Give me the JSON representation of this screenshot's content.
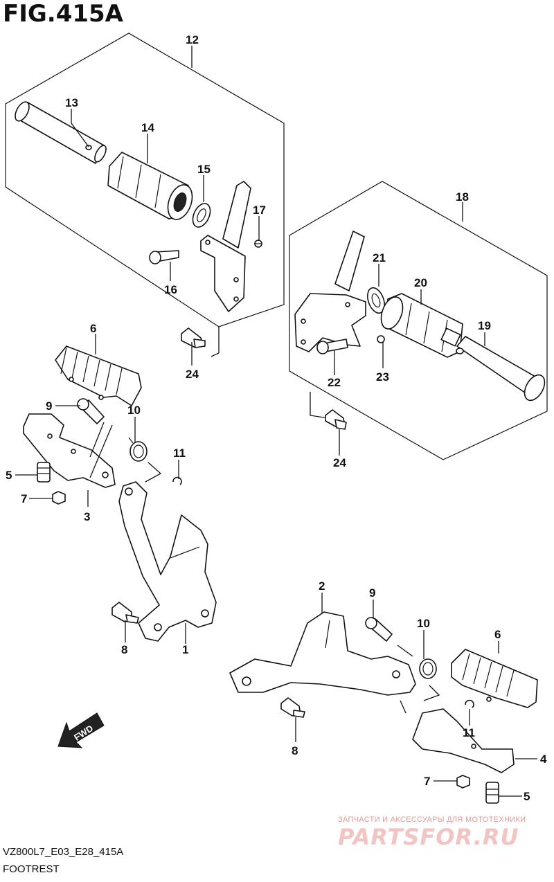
{
  "figure": {
    "title": "FIG.415A",
    "code": "VZ800L7_E03_E28_415A",
    "name": "FOOTREST"
  },
  "callouts": [
    "12",
    "13",
    "14",
    "15",
    "16",
    "17",
    "24",
    "6",
    "9",
    "10",
    "11",
    "5",
    "7",
    "3",
    "8",
    "1",
    "18",
    "21",
    "20",
    "19",
    "22",
    "23",
    "24",
    "2",
    "9",
    "10",
    "6",
    "11",
    "8",
    "7",
    "4",
    "5"
  ],
  "fwd_label": "FWD",
  "watermark": {
    "small": "ЗАПЧАСТИ И АКСЕССУАРЫ ДЛЯ МОТОТЕХНИКИ",
    "big": "PARTSFOR.RU"
  }
}
